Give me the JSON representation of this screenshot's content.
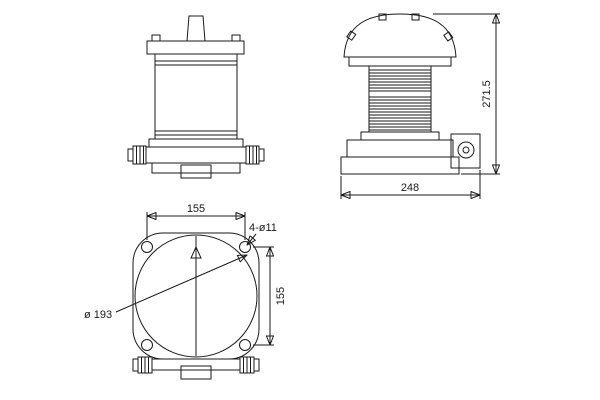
{
  "drawing": {
    "dimensions": {
      "overall_height": "271.5",
      "overall_width": "248",
      "hole_spacing_horizontal": "155",
      "hole_spacing_vertical": "155",
      "base_diameter": "ø 193",
      "bolt_holes": "4-ø11"
    },
    "colors": {
      "line": "#1a1a1a",
      "background": "#ffffff"
    }
  }
}
